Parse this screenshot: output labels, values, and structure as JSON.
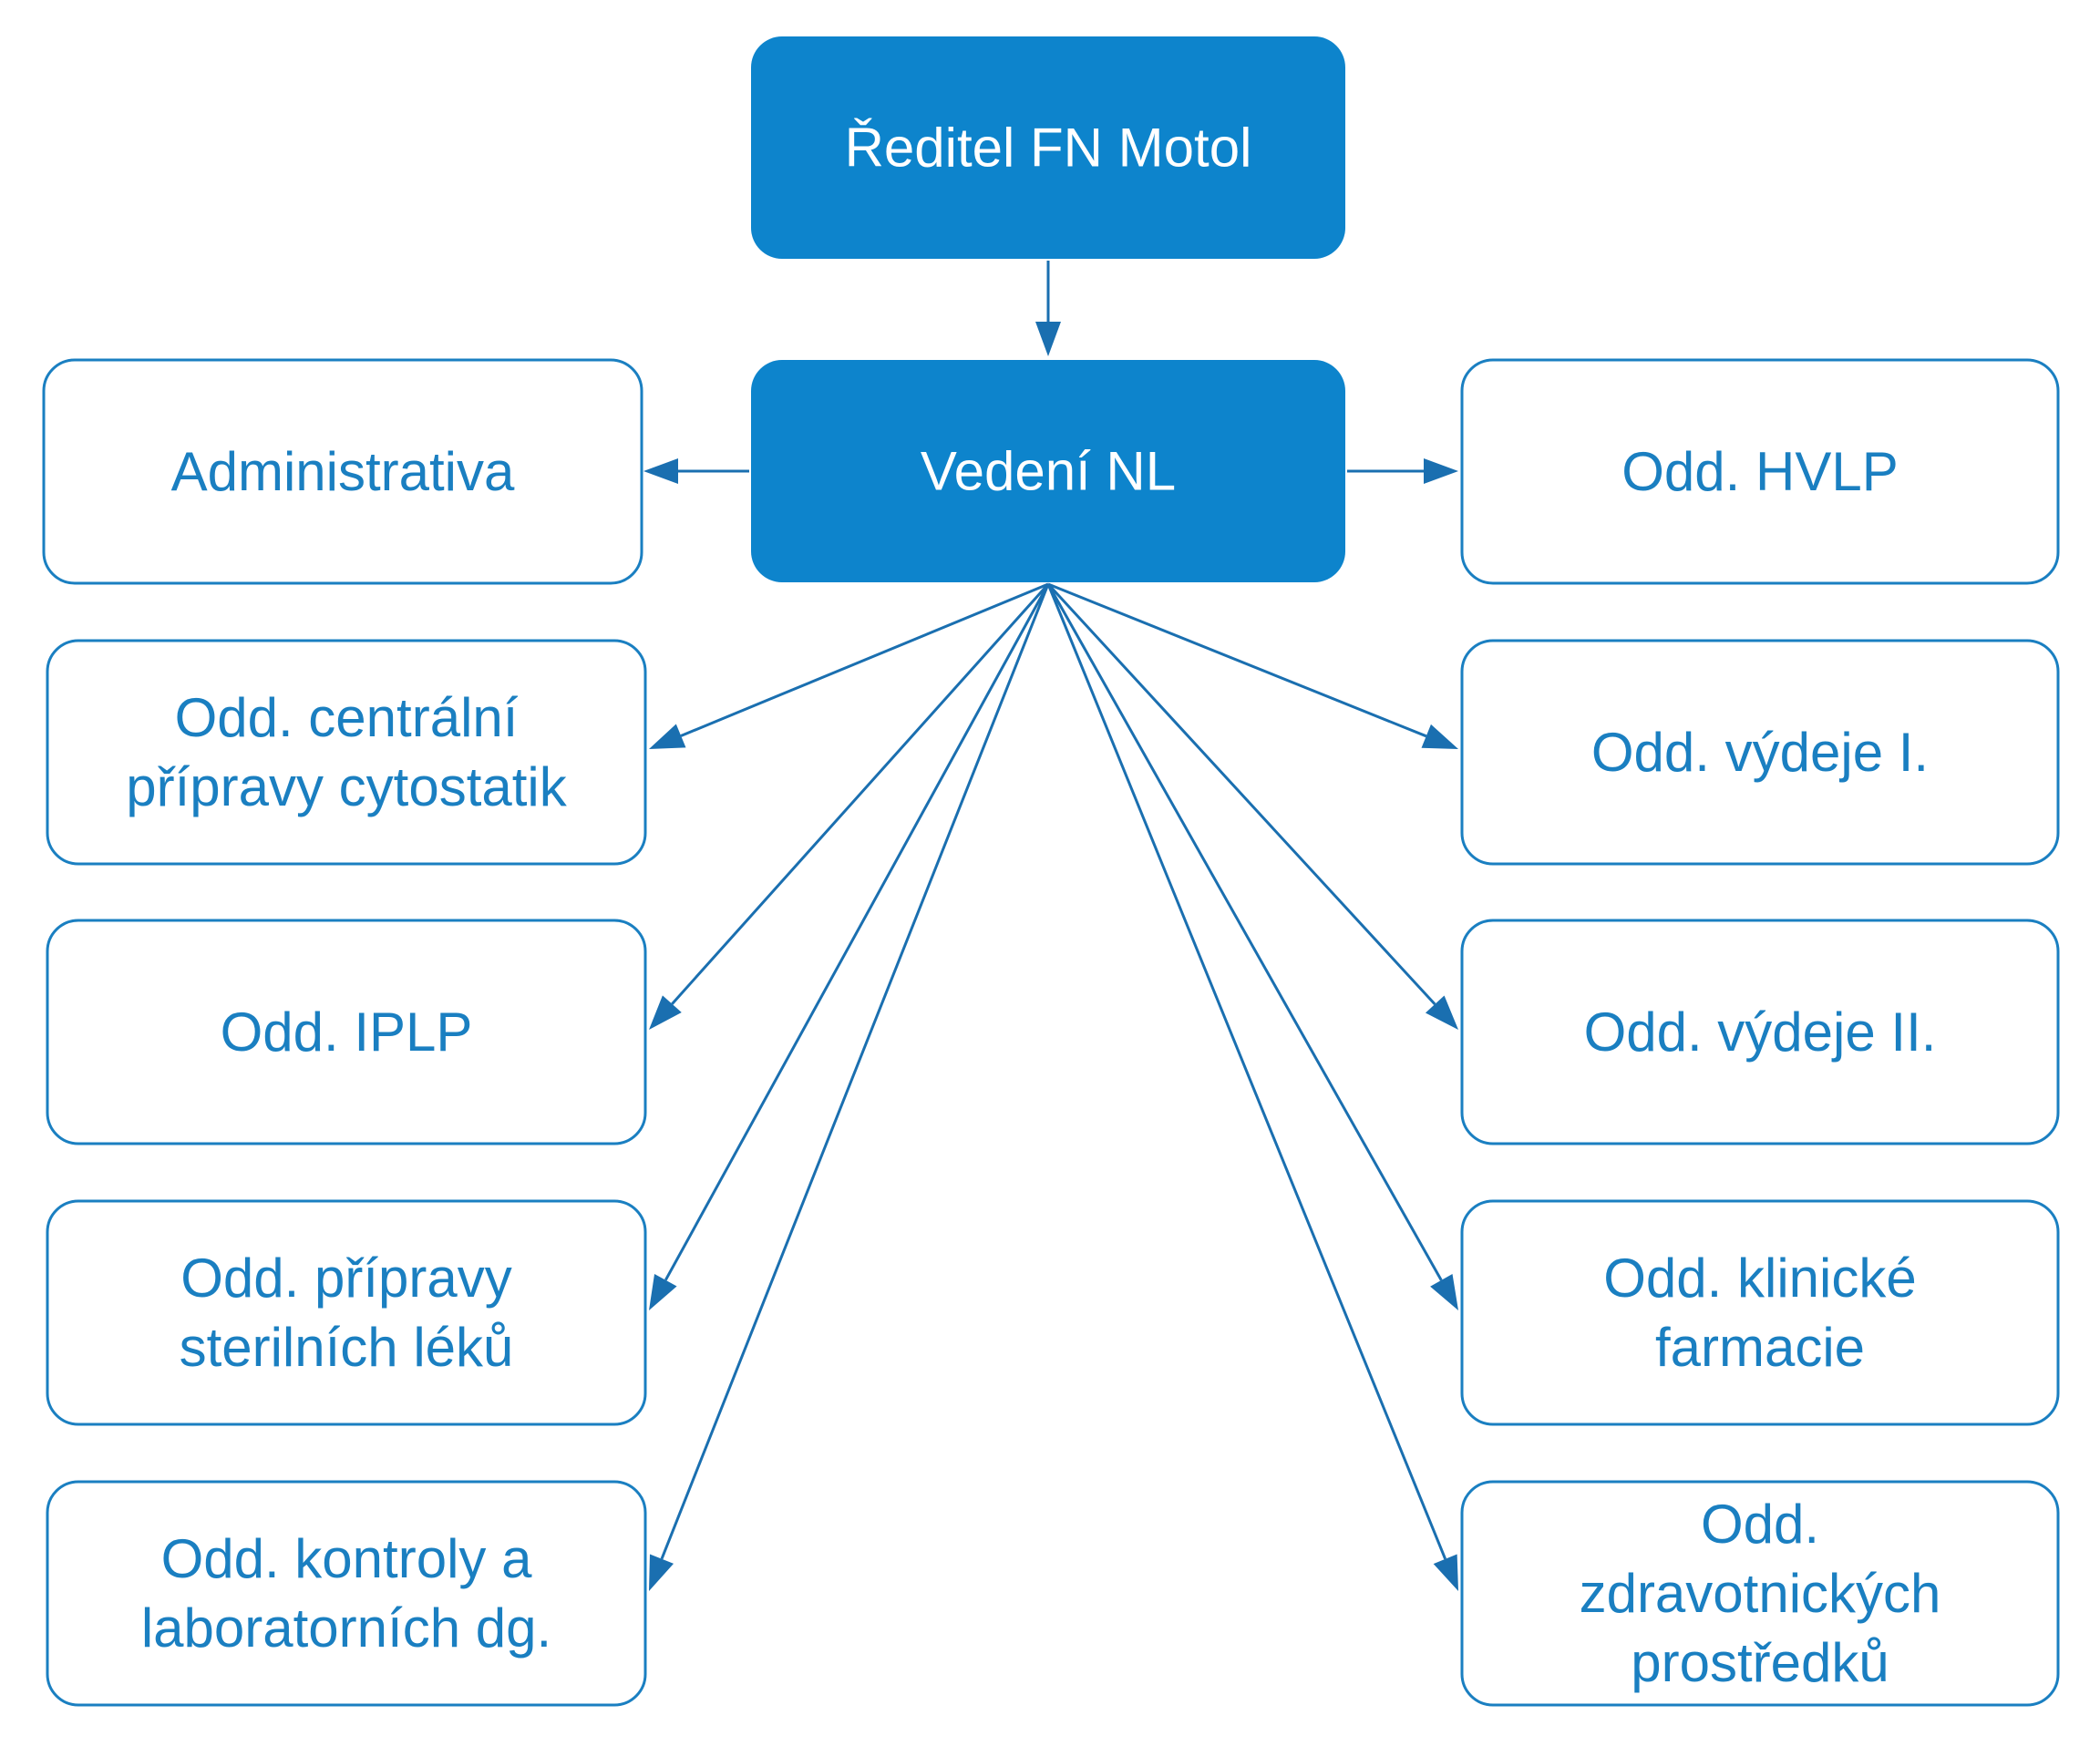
{
  "colors": {
    "accent_fill": "#0d84cc",
    "outline": "#1a7fc1",
    "edge": "#1a6fb0",
    "background": "#ffffff"
  },
  "nodes": [
    {
      "id": "director",
      "style": "filled",
      "lines": [
        "Ředitel FN Motol"
      ]
    },
    {
      "id": "management",
      "style": "filled",
      "lines": [
        "Vedení NL"
      ]
    },
    {
      "id": "administrativa",
      "style": "outline",
      "lines": [
        "Administrativa"
      ]
    },
    {
      "id": "hvlp",
      "style": "outline",
      "lines": [
        "Odd. HVLP"
      ]
    },
    {
      "id": "cytostatika",
      "style": "outline",
      "lines": [
        "Odd. centrální",
        "přípravy cytostatik"
      ]
    },
    {
      "id": "vydej-1",
      "style": "outline",
      "lines": [
        "Odd. výdeje I."
      ]
    },
    {
      "id": "iplp",
      "style": "outline",
      "lines": [
        "Odd. IPLP"
      ]
    },
    {
      "id": "vydej-2",
      "style": "outline",
      "lines": [
        "Odd. výdeje II."
      ]
    },
    {
      "id": "sterilni",
      "style": "outline",
      "lines": [
        "Odd. přípravy",
        "sterilních léků"
      ]
    },
    {
      "id": "klinicka",
      "style": "outline",
      "lines": [
        "Odd. klinické",
        "farmacie"
      ]
    },
    {
      "id": "kontrola",
      "style": "outline",
      "lines": [
        "Odd. kontroly a",
        "laboratorních dg."
      ]
    },
    {
      "id": "zdravotnicke",
      "style": "outline",
      "lines": [
        "Odd.",
        "zdravotnických",
        "prostředků"
      ]
    }
  ],
  "edges": [
    {
      "from": "director",
      "to": "management"
    },
    {
      "from": "management",
      "to": "administrativa"
    },
    {
      "from": "management",
      "to": "hvlp"
    },
    {
      "from": "management",
      "to": "cytostatika"
    },
    {
      "from": "management",
      "to": "iplp"
    },
    {
      "from": "management",
      "to": "sterilni"
    },
    {
      "from": "management",
      "to": "kontrola"
    },
    {
      "from": "management",
      "to": "vydej-1"
    },
    {
      "from": "management",
      "to": "vydej-2"
    },
    {
      "from": "management",
      "to": "klinicka"
    },
    {
      "from": "management",
      "to": "zdravotnicke"
    }
  ]
}
